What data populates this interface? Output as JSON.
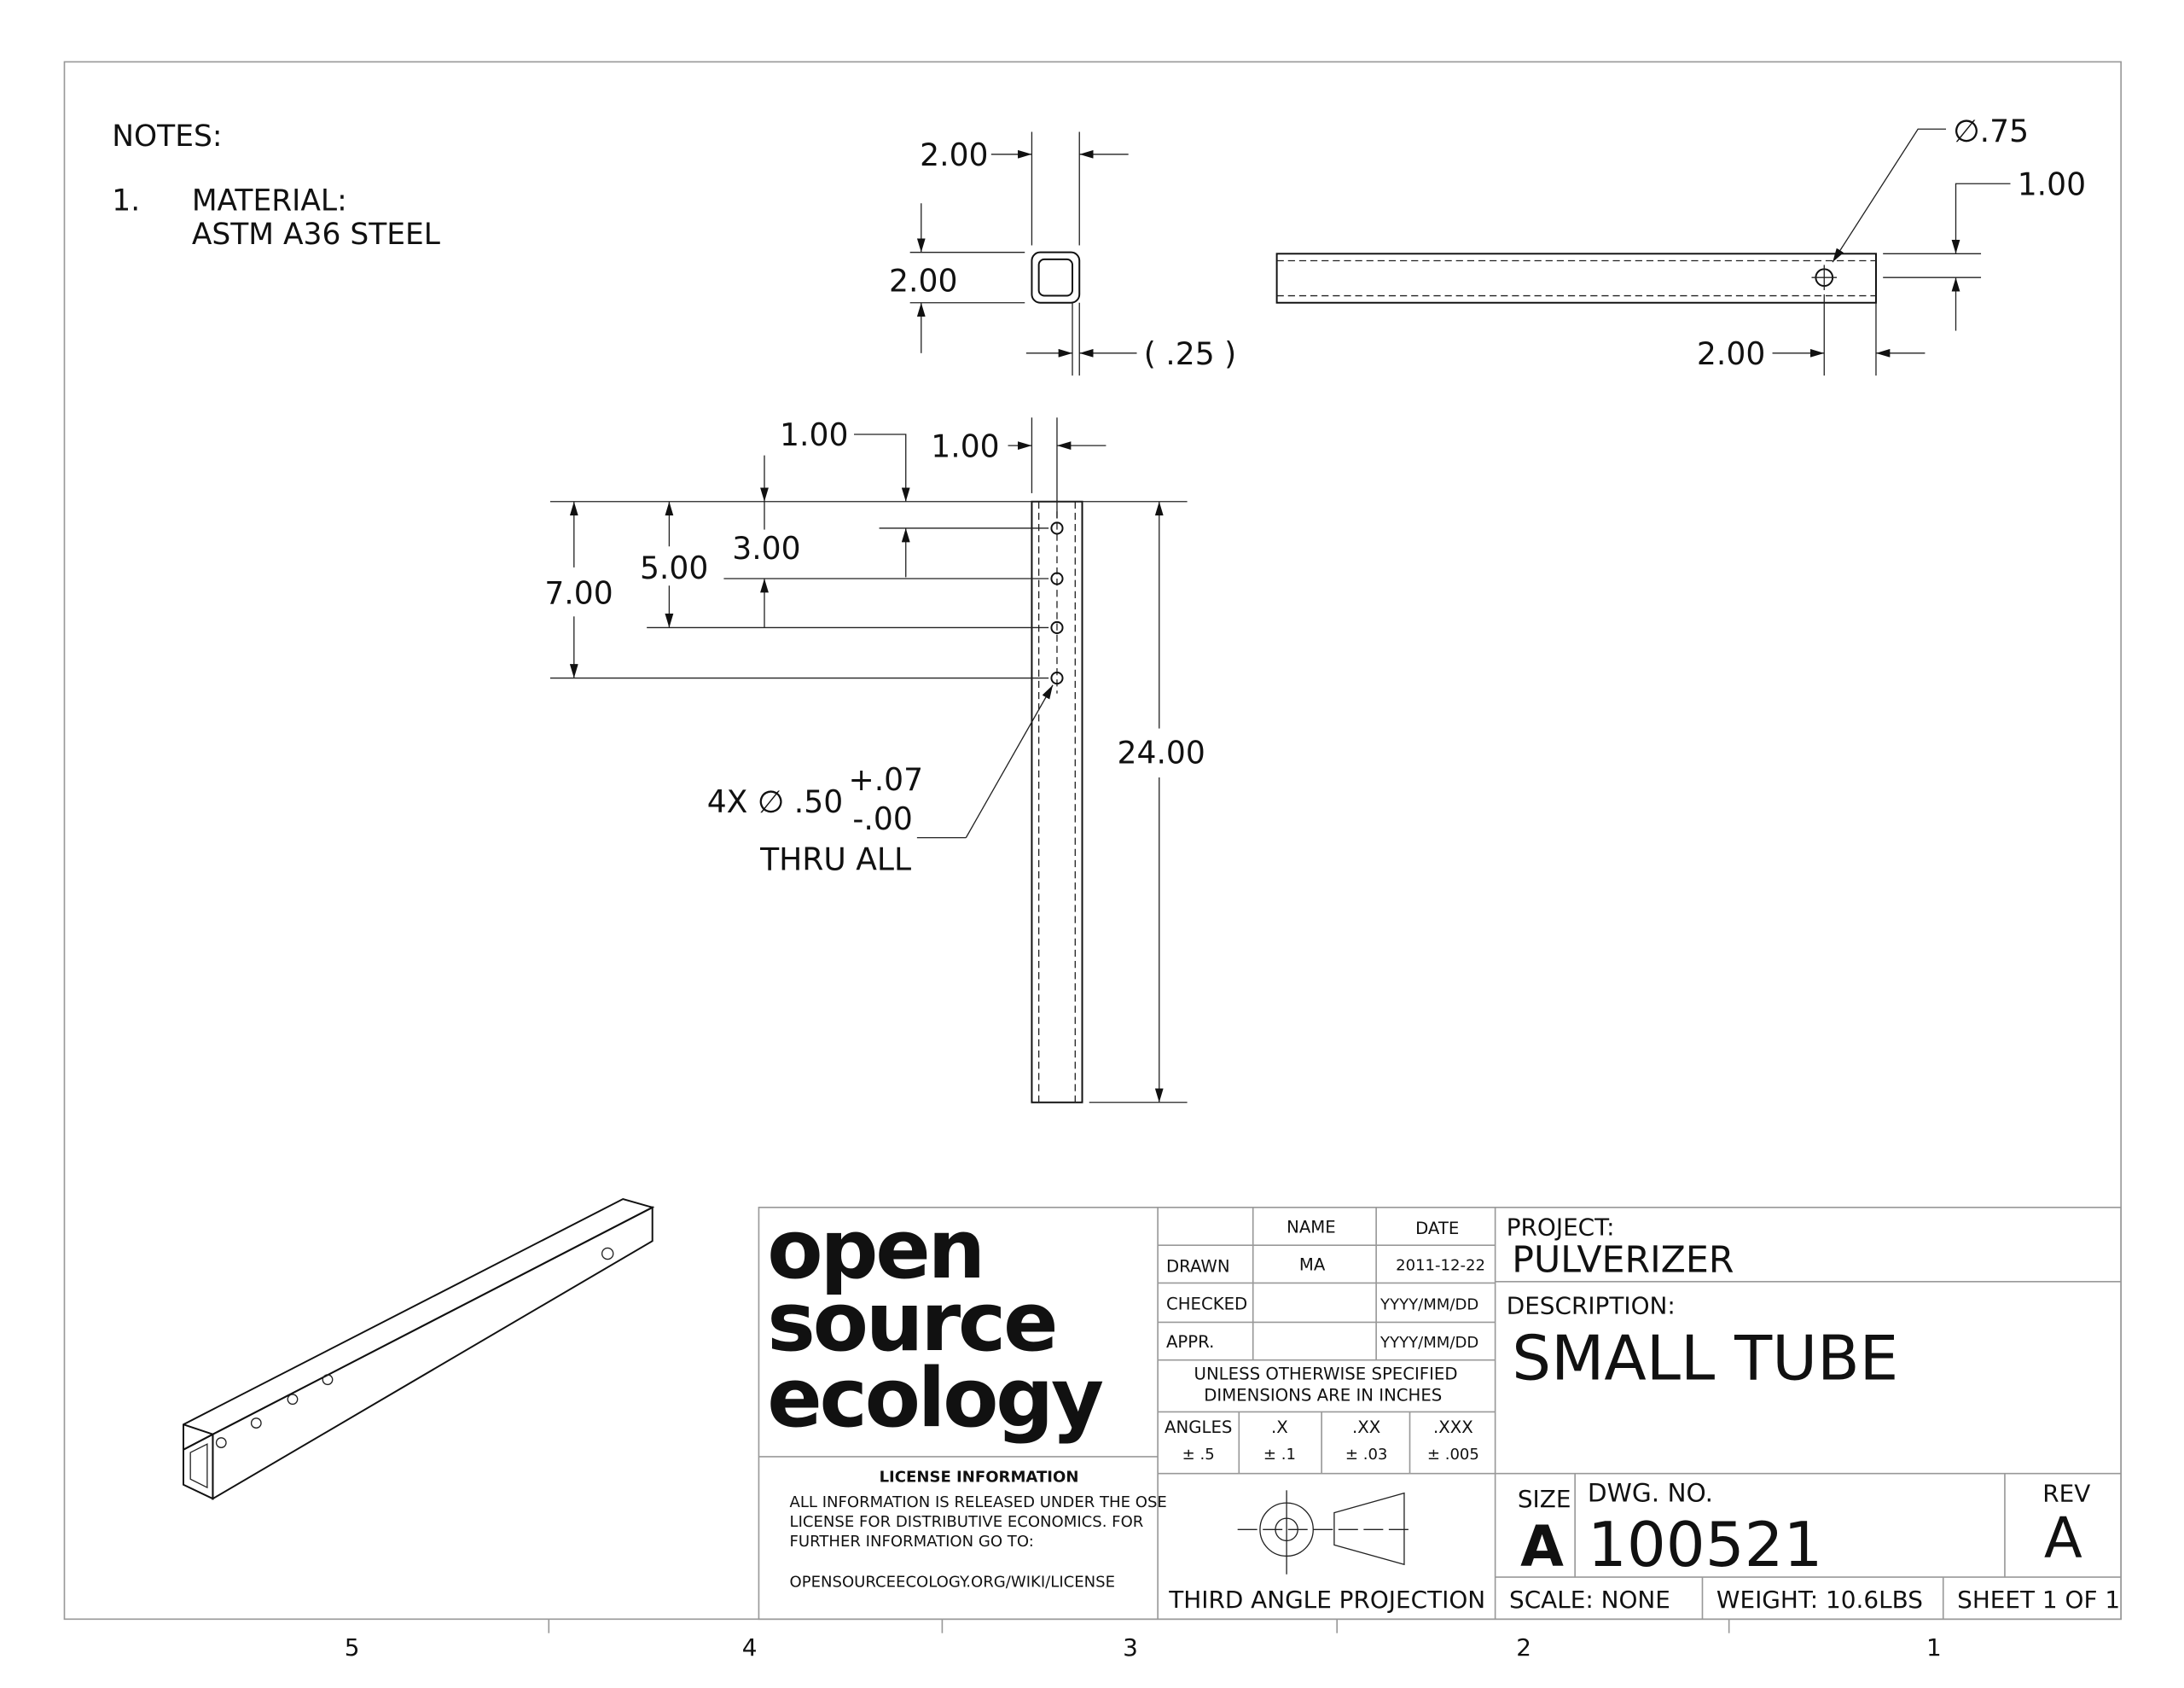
{
  "notes": {
    "heading": "NOTES:",
    "items": [
      {
        "num": "1.",
        "label": "MATERIAL:",
        "value": "ASTM A36 STEEL"
      }
    ]
  },
  "section_view": {
    "width": "2.00",
    "height": "2.00",
    "wall": "( .25 )"
  },
  "side_view": {
    "hole_dia": "∅.75",
    "hole_from_edge": "1.00",
    "hole_from_end": "2.00"
  },
  "front_view": {
    "dim_1": "1.00",
    "dim_2": "1.00",
    "dim_3": "3.00",
    "dim_4": "5.00",
    "dim_5": "7.00",
    "length": "24.00",
    "hole_callout": {
      "qty_dia": "4X  ∅ .50",
      "tol_plus": "+.07",
      "tol_minus": "-.00",
      "note": "THRU ALL"
    }
  },
  "logo": {
    "line1": "open",
    "line2": "source",
    "line3": "ecology"
  },
  "license": {
    "heading": "LICENSE INFORMATION",
    "lines": [
      "ALL INFORMATION IS RELEASED UNDER THE OSE",
      "LICENSE FOR DISTRIBUTIVE ECONOMICS. FOR",
      "FURTHER INFORMATION GO TO:"
    ],
    "url": "OPENSOURCEECOLOGY.ORG/WIKI/LICENSE"
  },
  "approvals": {
    "col_name": "NAME",
    "col_date": "DATE",
    "rows": [
      {
        "role": "DRAWN",
        "name": "MA",
        "date": "2011-12-22"
      },
      {
        "role": "CHECKED",
        "name": "",
        "date": "YYYY/MM/DD"
      },
      {
        "role": "APPR.",
        "name": "",
        "date": "YYYY/MM/DD"
      }
    ]
  },
  "units_note": [
    "UNLESS OTHERWISE SPECIFIED",
    "DIMENSIONS ARE IN INCHES"
  ],
  "tolerances": [
    {
      "label": "ANGLES",
      "value": "± .5"
    },
    {
      "label": ".X",
      "value": "± .1"
    },
    {
      "label": ".XX",
      "value": "± .03"
    },
    {
      "label": ".XXX",
      "value": "± .005"
    }
  ],
  "projection": "THIRD ANGLE PROJECTION",
  "project": {
    "label": "PROJECT:",
    "value": "PULVERIZER"
  },
  "description": {
    "label": "DESCRIPTION:",
    "value": "SMALL TUBE"
  },
  "size": {
    "label": "SIZE",
    "value": "A"
  },
  "dwg_no": {
    "label": "DWG.  NO.",
    "value": "100521"
  },
  "rev": {
    "label": "REV",
    "value": "A"
  },
  "scale": "SCALE:  NONE",
  "weight": "WEIGHT:  10.6LBS",
  "sheet": "SHEET 1 OF 1",
  "zones": [
    "5",
    "4",
    "3",
    "2",
    "1"
  ]
}
